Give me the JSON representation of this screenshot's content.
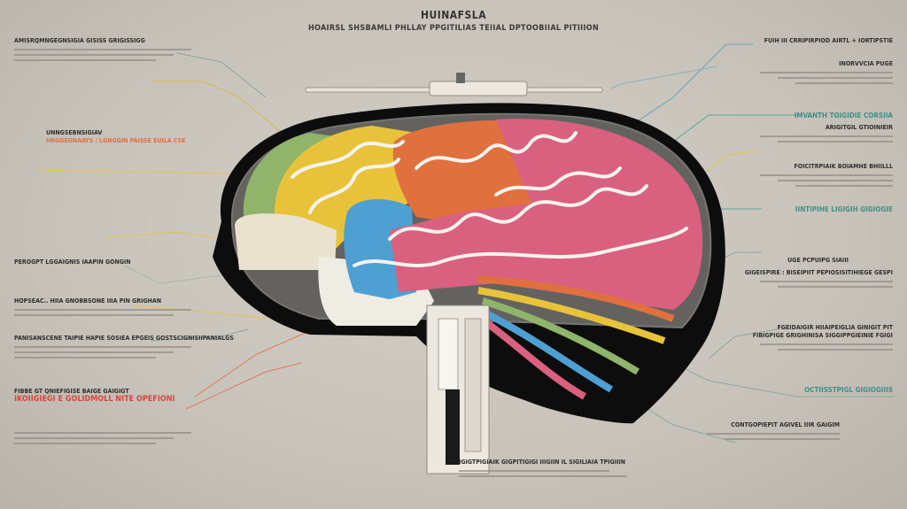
{
  "header": {
    "title": "HUINAFSLA",
    "subtitle": "HOAIRSL SHSBAMLI PHLLAY PPGITILIAS TEIIAL DPTOOBIIAL PITIIION"
  },
  "colors": {
    "background": "#cbc6bd",
    "outline": "#0d0d0d",
    "green": "#8fb46a",
    "yellow": "#e8c33a",
    "cream": "#e9e2cf",
    "blue": "#4e9fd2",
    "orange": "#e0703e",
    "pink": "#d9617f",
    "teal_text": "#3f8f86",
    "red_text": "#d9433a"
  },
  "labels_left": [
    {
      "heading": "AMISRQMNGEGNSIGIA GISISS GRIGISSIGG",
      "style": "",
      "lines": 3
    },
    {
      "heading": "UNNGSEBNSIGIAV",
      "heading2": "HRGGEGNAAYS / LGNGGIN PAISSE EUILA CSE",
      "style": "",
      "lines": 0
    },
    {
      "heading": "PEROGPT LGGAIGNIS IAAPIN GONGIN",
      "style": "",
      "lines": 0
    },
    {
      "heading": "HOPSEAC.. HIIA GNOBBSONE IIIA PIN GRIGHAN",
      "style": "",
      "lines": 2
    },
    {
      "heading": "PANISANSCENE TAIPIE HAPIE SOSIEA EPGEIS GOSTSCIGNISIIPANIALGS",
      "style": "",
      "lines": 3
    },
    {
      "heading": "FIBBE GT QNIEFIGISE BAIGE GAIGIGT",
      "heading2": "IKOIIGIEGI E GOLIDMOLL NITE OPEFIONI",
      "style": "red",
      "lines": 0
    },
    {
      "heading": "",
      "style": "",
      "lines": 3
    }
  ],
  "labels_right": [
    {
      "heading": "FUIH III CRRIPIRPIOD AIRTL + IORTIPSTIE",
      "style": "",
      "lines": 0
    },
    {
      "heading": "INORVVCIA PUGE",
      "style": "",
      "lines": 3
    },
    {
      "heading": "IMVANTH TOIGIDIE CORSIIA",
      "style": "teal",
      "lines": 0
    },
    {
      "heading": "ARIGITGIL GTIOINIEIR",
      "style": "",
      "lines": 2
    },
    {
      "heading": "FOICITRPIAIK BOIAMHE BHIILLL",
      "style": "",
      "lines": 3
    },
    {
      "heading": "IINTIPIHE LIGIGIH GIGIOGIE",
      "style": "teal",
      "lines": 0
    },
    {
      "heading": "UGE PCPUIPG SIAIII",
      "style": "",
      "lines": 0
    },
    {
      "heading": "GIGEISPIRE : BISEIPIIT PEPIOSISITIHIEGE GESPI",
      "style": "",
      "lines": 2
    },
    {
      "heading": "FGEIDAIGIR HIIAIPEIGLIA GINIGIT PIT",
      "heading2": "FIBIGPIGE GRIGHINISA SIGGIPPGIEINIE FGIGI",
      "style": "",
      "lines": 2
    },
    {
      "heading": "OCTIISSTPIGL GIGIOGIIIS",
      "style": "teal",
      "lines": 0
    },
    {
      "heading": "CONTGOPIEPIT AGIVEL IIIR GAIGIM",
      "style": "",
      "lines": 2
    }
  ],
  "label_bottom": {
    "heading": "IGIGTPIGIAIK GIGPITIGIGI IIIGIIN IL SIGILIAIA TPIGIIIN",
    "lines": 2
  }
}
